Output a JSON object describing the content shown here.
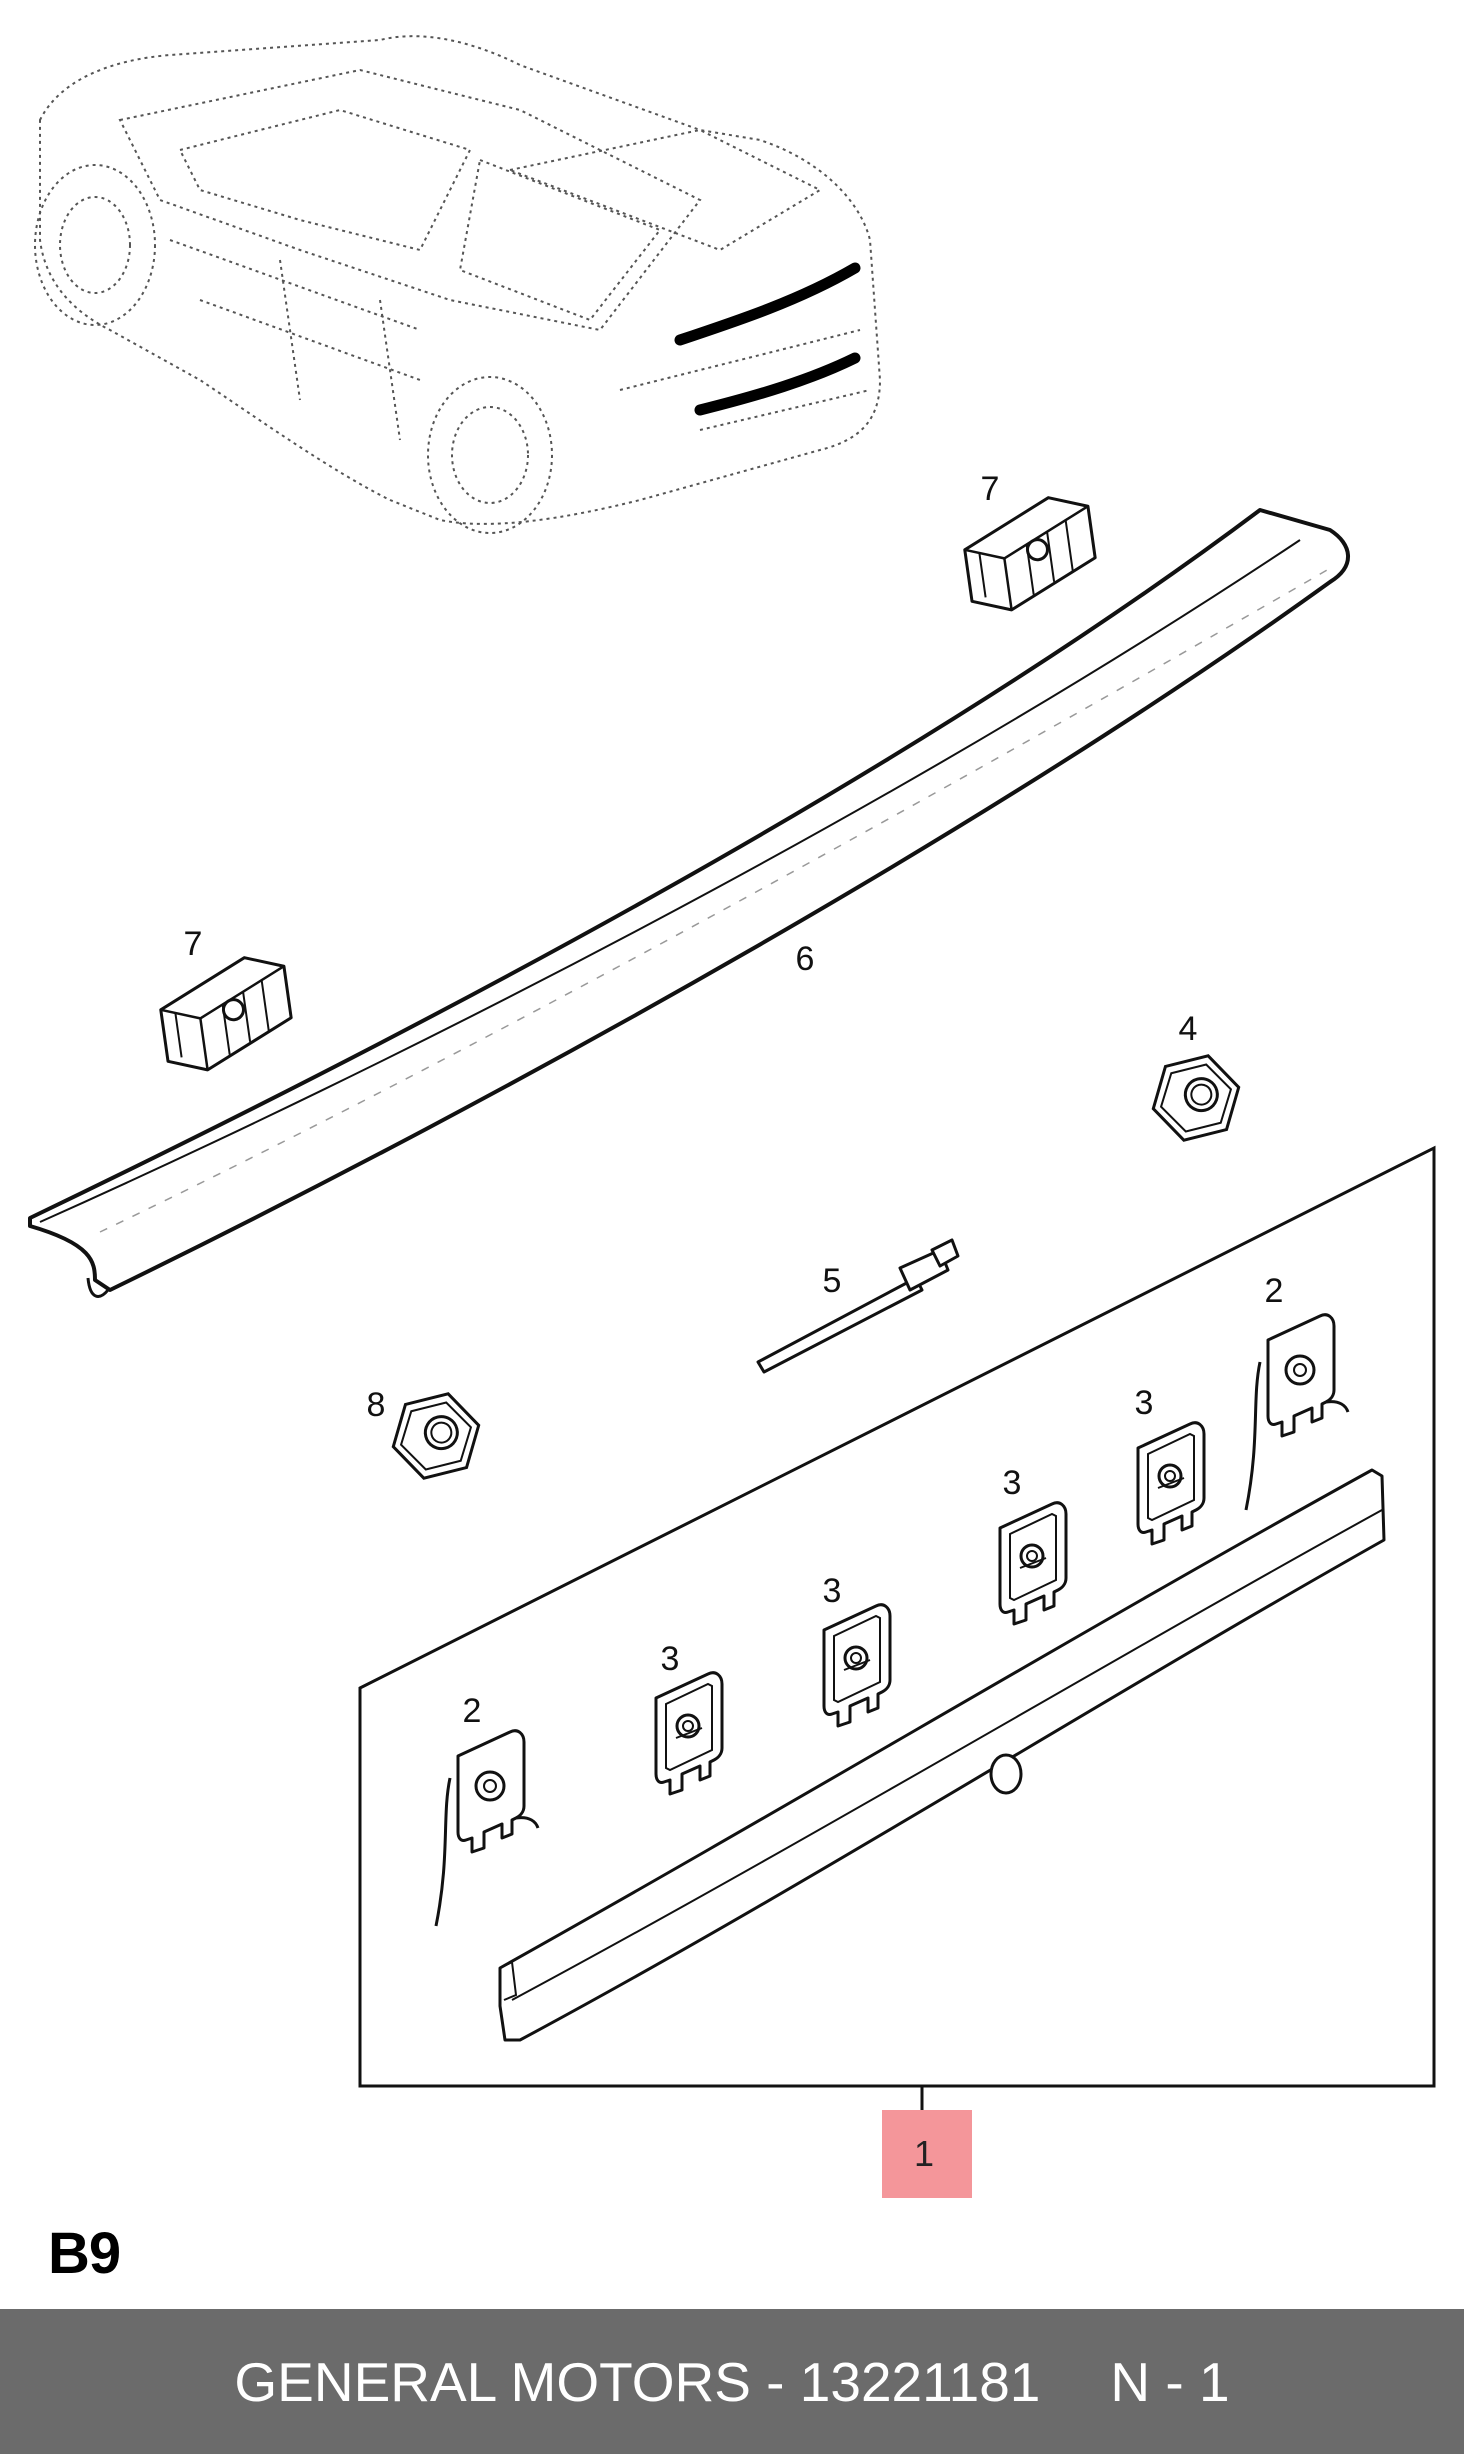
{
  "diagram": {
    "callouts": [
      {
        "id": "c7a",
        "text": "7"
      },
      {
        "id": "c7b",
        "text": "7"
      },
      {
        "id": "c6",
        "text": "6"
      },
      {
        "id": "c4",
        "text": "4"
      },
      {
        "id": "c5",
        "text": "5"
      },
      {
        "id": "c8",
        "text": "8"
      },
      {
        "id": "c2a",
        "text": "2"
      },
      {
        "id": "c3a",
        "text": "3"
      },
      {
        "id": "c3b",
        "text": "3"
      },
      {
        "id": "c3c",
        "text": "3"
      },
      {
        "id": "c3d",
        "text": "3"
      },
      {
        "id": "c2b",
        "text": "2"
      }
    ],
    "highlight": {
      "text": "1",
      "color": "#f4969a"
    },
    "page_code": "B9"
  },
  "footer": {
    "brand_part": "GENERAL MOTORS - 13221181",
    "ref": "N - 1",
    "background": "#6b6b6b"
  }
}
